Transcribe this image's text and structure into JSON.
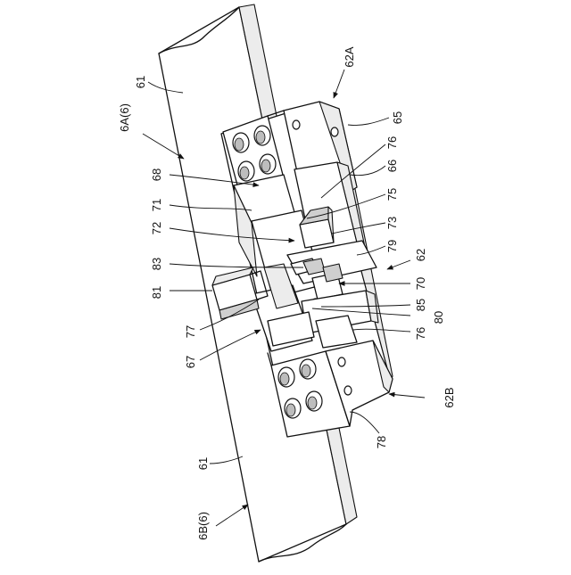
{
  "figure": {
    "labels": {
      "n61_top": "61",
      "n6A": "6A(6)",
      "n62A": "62A",
      "n65": "65",
      "n76_top": "76",
      "n66": "66",
      "n68": "68",
      "n75": "75",
      "n71": "71",
      "n72": "72",
      "n73": "73",
      "n79": "79",
      "n62": "62",
      "n83": "83",
      "n70": "70",
      "n81": "81",
      "n85": "85",
      "n80": "80",
      "n76_bottom": "76",
      "n77": "77",
      "n67": "67",
      "n62B": "62B",
      "n78": "78",
      "n61_bottom": "61",
      "n6B": "6B(6)"
    }
  }
}
